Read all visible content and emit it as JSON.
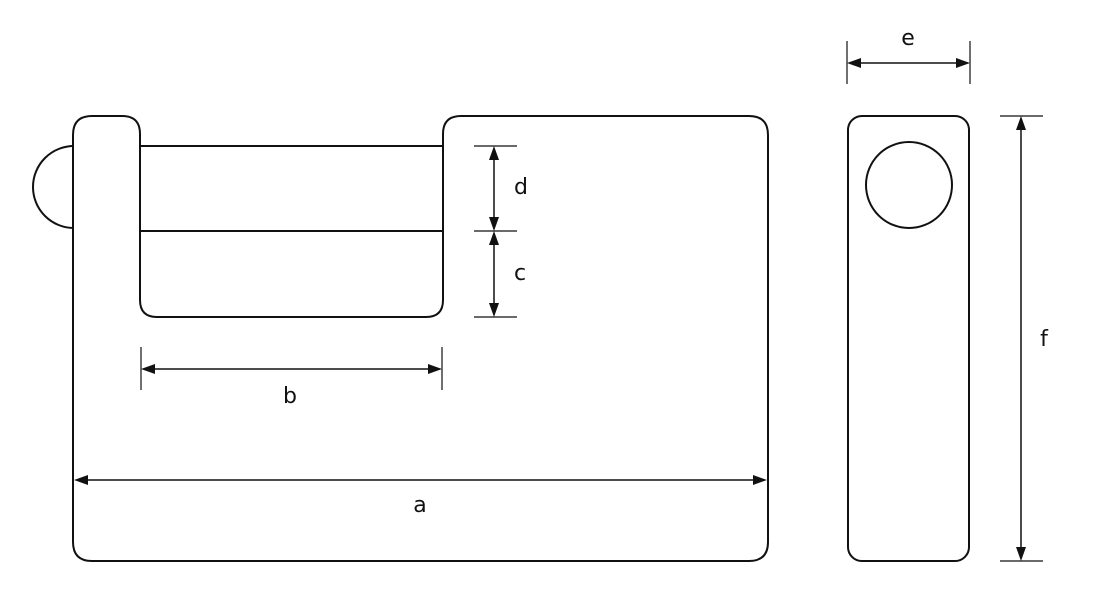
{
  "dimension_labels": {
    "a": "a",
    "b": "b",
    "c": "c",
    "d": "d",
    "e": "e",
    "f": "f"
  }
}
